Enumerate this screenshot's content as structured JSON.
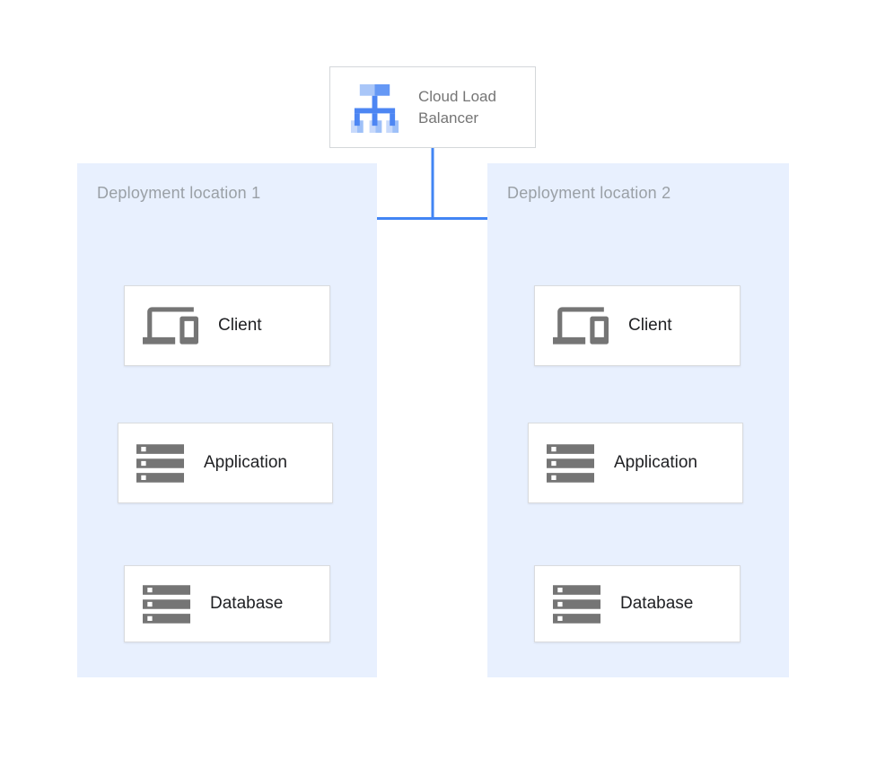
{
  "diagram": {
    "type": "architecture-diagram",
    "description_visible_text_only": true
  },
  "load_balancer": {
    "label": "Cloud Load Balancer",
    "icon": "load-balancer-icon"
  },
  "deployments": [
    {
      "label": "Deployment location 1",
      "nodes": [
        {
          "label": "Client",
          "icon": "devices-icon"
        },
        {
          "label": "Application",
          "icon": "server-stack-icon"
        },
        {
          "label": "Database",
          "icon": "server-stack-icon"
        }
      ]
    },
    {
      "label": "Deployment location 2",
      "nodes": [
        {
          "label": "Client",
          "icon": "devices-icon"
        },
        {
          "label": "Application",
          "icon": "server-stack-icon"
        },
        {
          "label": "Database",
          "icon": "server-stack-icon"
        }
      ]
    }
  ],
  "edges": [
    {
      "from": "cloud-load-balancer",
      "to": "deployment-1-client"
    },
    {
      "from": "cloud-load-balancer",
      "to": "deployment-2-client"
    },
    {
      "from": "deployment-1-client",
      "to": "deployment-1-application"
    },
    {
      "from": "deployment-1-application",
      "to": "deployment-1-database"
    },
    {
      "from": "deployment-2-client",
      "to": "deployment-2-application"
    },
    {
      "from": "deployment-2-application",
      "to": "deployment-2-database"
    }
  ],
  "colors": {
    "connector_blue": "#4285F4",
    "zone_background": "#E8F0FE",
    "node_background": "#FFFFFF",
    "node_border": "#D9DBDE",
    "zone_label_text": "#9AA0A6",
    "node_label_text": "#202124",
    "lb_label_text": "#757575",
    "icon_gray": "#757575",
    "icon_blue_light": "#A9C6F8",
    "icon_blue_mid": "#6598F5",
    "icon_blue_dark": "#4D86F3"
  }
}
